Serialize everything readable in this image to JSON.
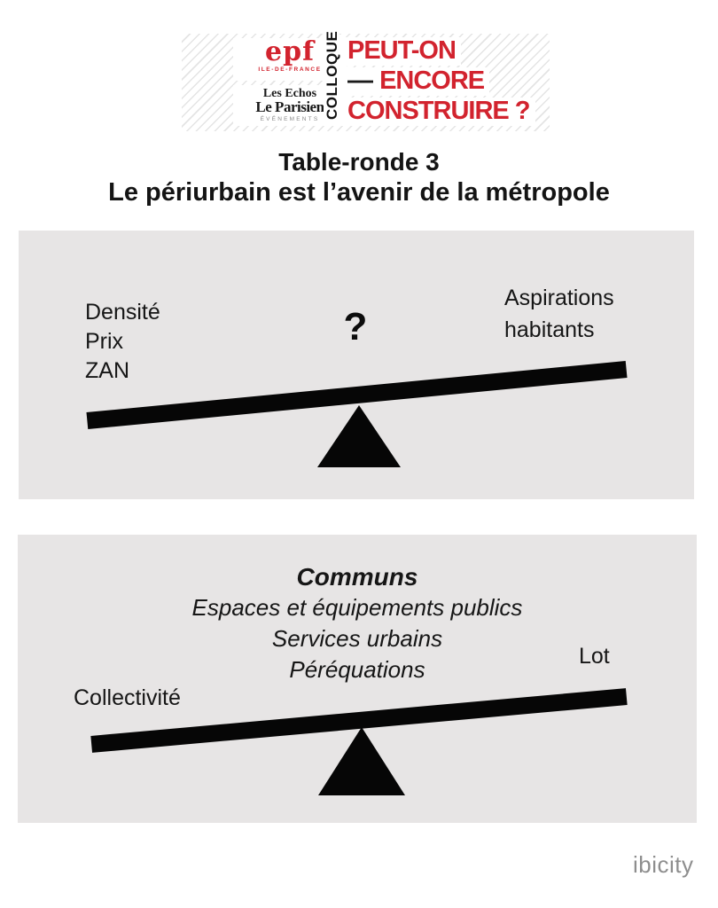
{
  "banner": {
    "epf_logo": "epf",
    "epf_region": "ILE-DE-FRANCE",
    "les_echos": "Les Echos",
    "le_parisien": "Le Parisien",
    "evenements": "ÉVÉNEMENTS",
    "colloque": "COLLOQUE",
    "headline_line1": "PEUT-ON",
    "headline_dash": "—",
    "headline_line2": "ENCORE",
    "headline_line3": "CONSTRUIRE ?"
  },
  "title": {
    "line1": "Table-ronde 3",
    "line2": "Le périurbain est l’avenir de la métropole"
  },
  "seesaw1": {
    "left_items": [
      "Densité",
      "Prix",
      "ZAN"
    ],
    "center_symbol": "?",
    "right_line1": "Aspirations",
    "right_line2": "habitants"
  },
  "seesaw2": {
    "heading": "Communs",
    "items": [
      "Espaces et équipements publics",
      "Services urbains",
      "Péréquations"
    ],
    "left_label": "Collectivité",
    "right_label": "Lot"
  },
  "footer": {
    "brand": "ibicity"
  },
  "colors": {
    "accent_red": "#d2232e",
    "box_background": "#e7e5e5",
    "seesaw_black": "#060606",
    "brand_gray": "#8e8e8e"
  }
}
